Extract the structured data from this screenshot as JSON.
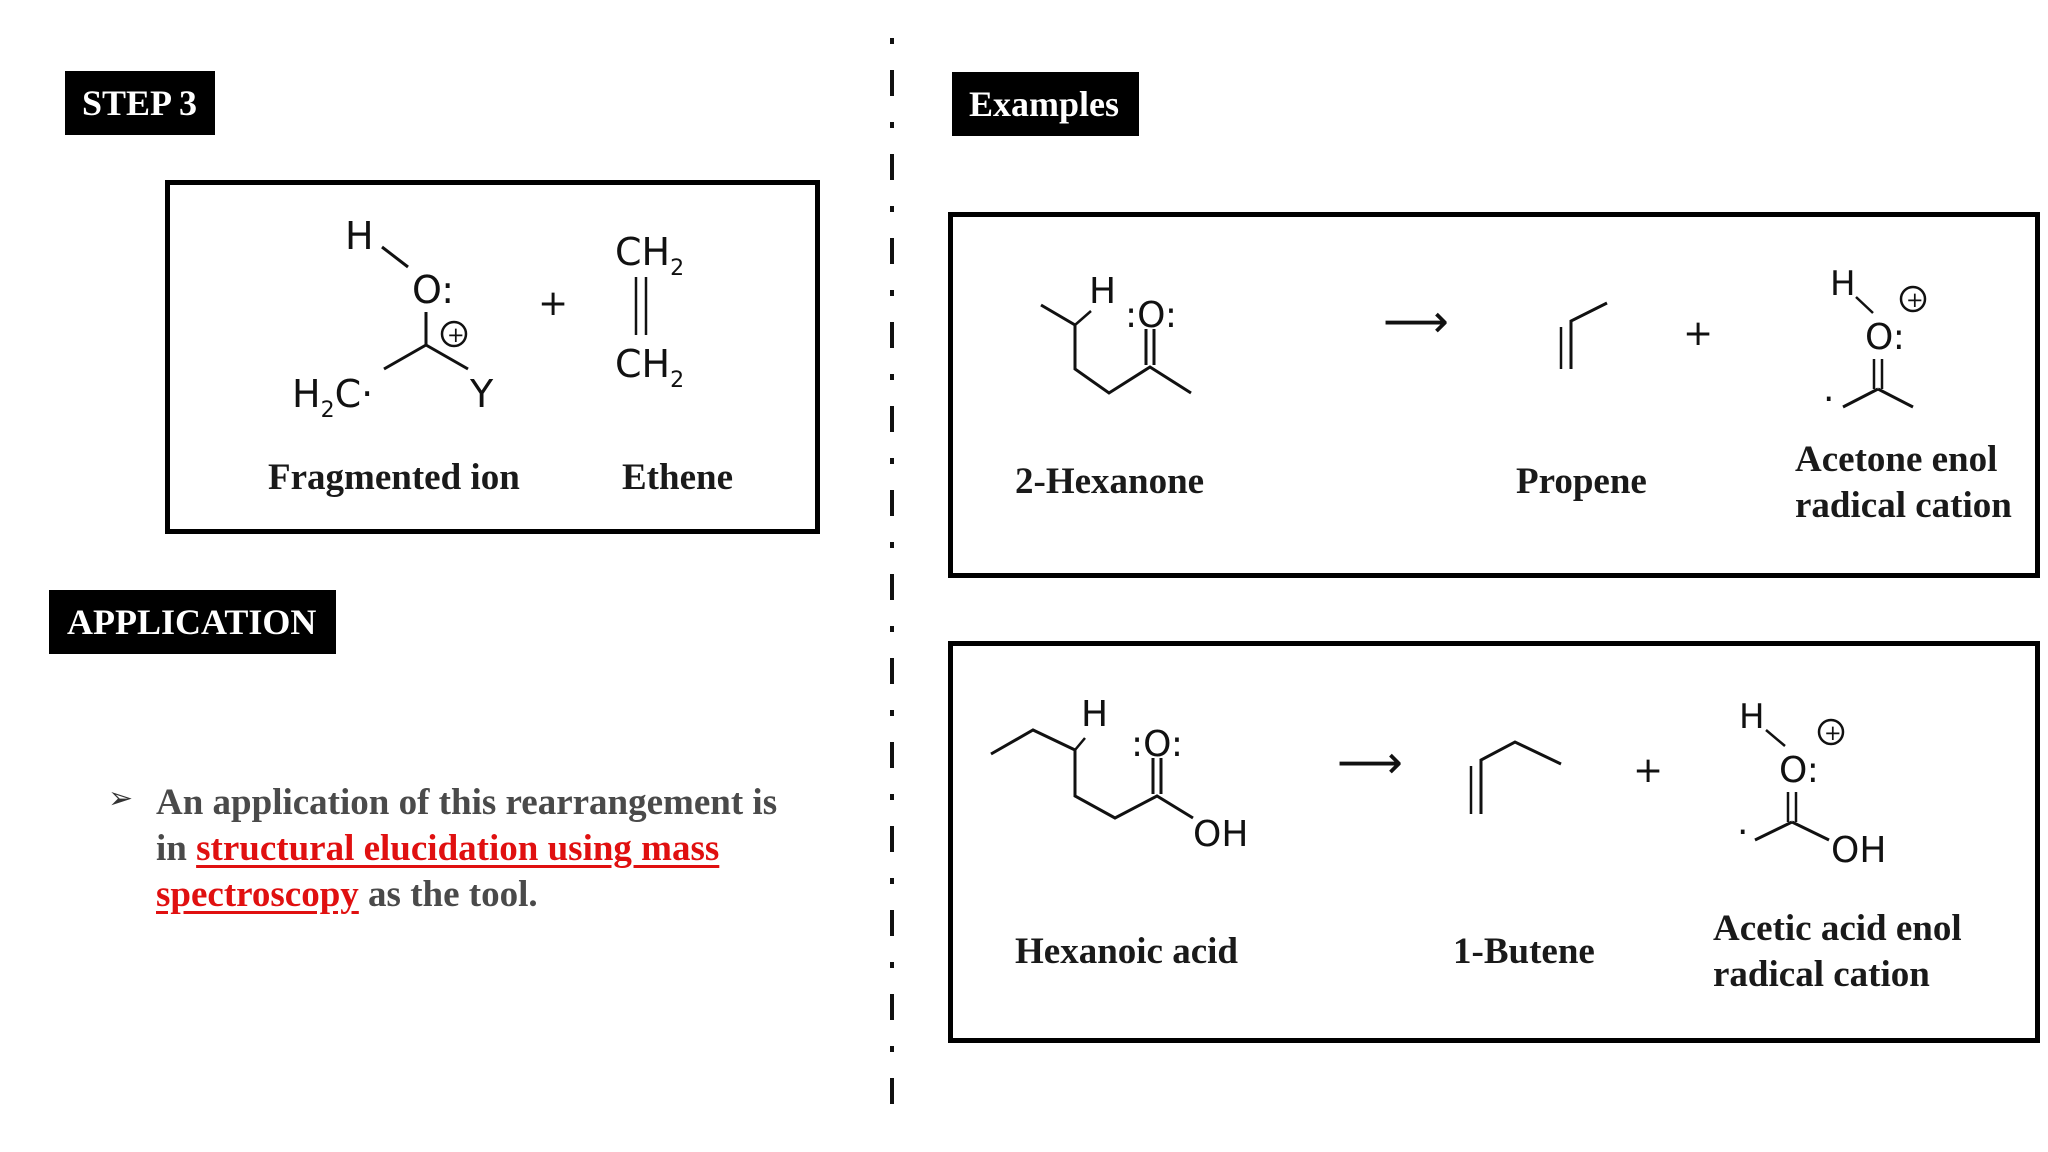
{
  "step_label": "STEP 3",
  "step_box": {
    "fragment_caption": "Fragmented ion",
    "ethene_caption": "Ethene",
    "atoms": {
      "h": "H",
      "o": "O:",
      "h2c": "H",
      "h2c_sub": "2",
      "h2c_c": "C·",
      "y": "Y",
      "plus": "+",
      "ch": "CH",
      "sub2": "2",
      "charge": "+"
    }
  },
  "application_label": "APPLICATION",
  "bullet": {
    "mark": "➢",
    "before": "An application of this rearrangement is in ",
    "highlight": "structural elucidation using mass spectroscopy",
    "after": " as the tool."
  },
  "examples_label": "Examples",
  "example1": {
    "reactant_caption": "2-Hexanone",
    "product1_caption": "Propene",
    "product2_caption_line1": "Acetone enol",
    "product2_caption_line2": "radical cation",
    "h": "H",
    "o": ":O:",
    "arrow": "⟶",
    "plus": "+",
    "prod_h": "H",
    "prod_o": "O:",
    "dot": "·",
    "charge": "+"
  },
  "example2": {
    "reactant_caption": "Hexanoic acid",
    "product1_caption": "1-Butene",
    "product2_caption_line1": "Acetic acid enol",
    "product2_caption_line2": "radical cation",
    "h": "H",
    "o": ":O:",
    "oh": "OH",
    "arrow": "⟶",
    "plus": "+",
    "prod_h": "H",
    "prod_o": "O:",
    "dot": "·",
    "charge": "+"
  }
}
